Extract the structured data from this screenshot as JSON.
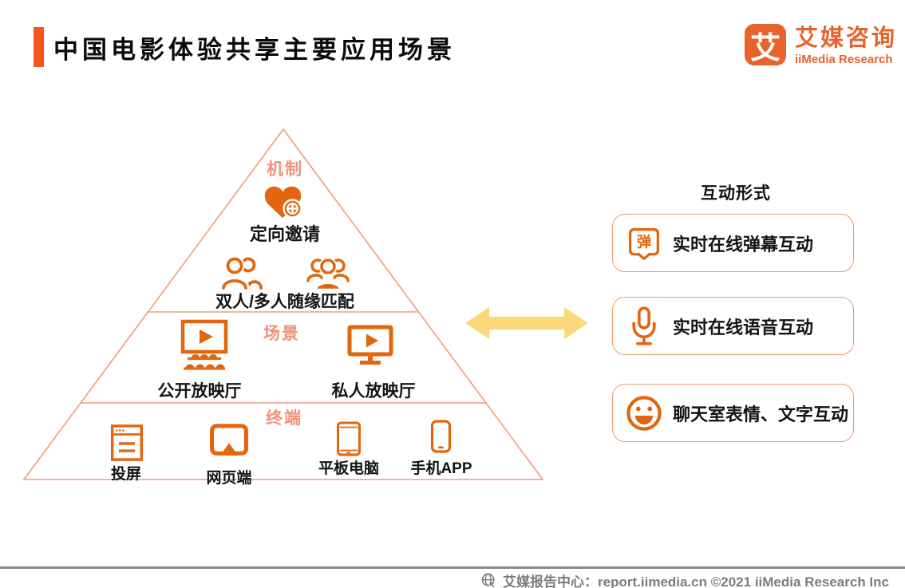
{
  "header": {
    "title": "中国电影体验共享主要应用场景",
    "logo": {
      "symbol": "艾",
      "brand_cn": "艾媒咨询",
      "brand_en": "iiMedia Research"
    }
  },
  "pyramid": {
    "levels": [
      {
        "label": "机制",
        "items": [
          {
            "icon": "heart-film-icon",
            "label": "定向邀请"
          },
          {
            "icon": "two-person-icon,group-icon",
            "label": "双人/多人随缘匹配"
          }
        ]
      },
      {
        "label": "场景",
        "items": [
          {
            "icon": "cinema-screen-icon",
            "label": "公开放映厅"
          },
          {
            "icon": "monitor-play-icon",
            "label": "私人放映厅"
          }
        ]
      },
      {
        "label": "终端",
        "items": [
          {
            "icon": "browser-window-icon",
            "label": "投屏"
          },
          {
            "icon": "screen-mirroring-icon",
            "label": "网页端"
          },
          {
            "icon": "tablet-icon",
            "label": "平板电脑"
          },
          {
            "icon": "phone-icon",
            "label": "手机APP"
          }
        ]
      }
    ]
  },
  "interaction_panel": {
    "title": "互动形式",
    "items": [
      {
        "icon": "danmaku-bubble-icon",
        "icon_char": "弹",
        "label": "实时在线弹幕互动"
      },
      {
        "icon": "microphone-icon",
        "label": "实时在线语音互动"
      },
      {
        "icon": "smiley-icon",
        "label": "聊天室表情、文字互动"
      }
    ]
  },
  "footer": {
    "text": "艾媒报告中心：report.iimedia.cn ©2021  iiMedia Research Inc"
  },
  "colors": {
    "accent_orange": "#E2660D",
    "light_orange_outline": "#F19B78",
    "tier_label_orange": "#F0917A",
    "title_bar_orange": "#F4551C",
    "logo_orange": "#E8632C",
    "arrow_yellow": "#FAD87A",
    "footer_gray": "#7C7C7C"
  }
}
